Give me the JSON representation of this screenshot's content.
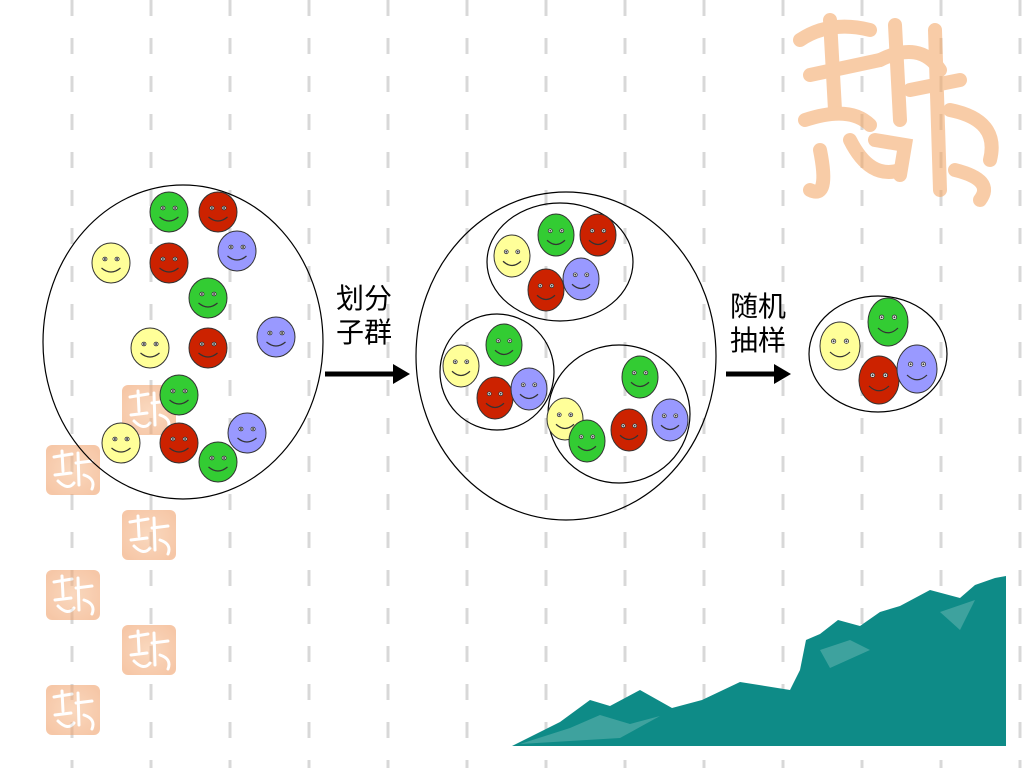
{
  "labels": {
    "step1": [
      "划分",
      "子群"
    ],
    "step2": [
      "随机",
      "抽样"
    ]
  },
  "colors": {
    "yellow": "#ffff99",
    "green": "#33cc33",
    "red": "#cc2200",
    "blue": "#9999ff",
    "dashes": "#d8d8d8",
    "seal": "#f4a460",
    "mountain": "#0e8b87"
  },
  "groups": {
    "population": [
      "green",
      "red",
      "yellow",
      "red",
      "blue",
      "green",
      "yellow",
      "red",
      "blue",
      "green",
      "yellow",
      "red",
      "blue",
      "green"
    ],
    "cluster_a": [
      "yellow",
      "green",
      "red",
      "red",
      "blue"
    ],
    "cluster_b": [
      "yellow",
      "green",
      "red",
      "blue"
    ],
    "cluster_c": [
      "green",
      "yellow",
      "green",
      "red",
      "blue"
    ],
    "sample": [
      "yellow",
      "green",
      "red",
      "blue"
    ]
  }
}
